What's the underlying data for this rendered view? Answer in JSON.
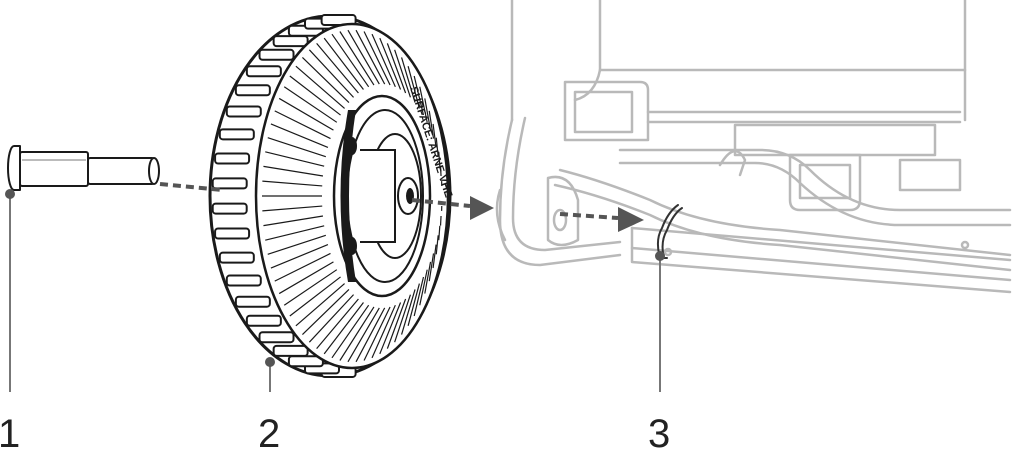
{
  "callouts": [
    {
      "label": "1",
      "part": "axle"
    },
    {
      "label": "2",
      "part": "wheel"
    },
    {
      "label": "3",
      "part": "cotter-pin"
    }
  ],
  "tire_sidewall_text": "SURFACE: ARNE VHE",
  "colors": {
    "line": "#1a1a1a",
    "frame": "#b8b8b8",
    "arrow": "#555555"
  }
}
